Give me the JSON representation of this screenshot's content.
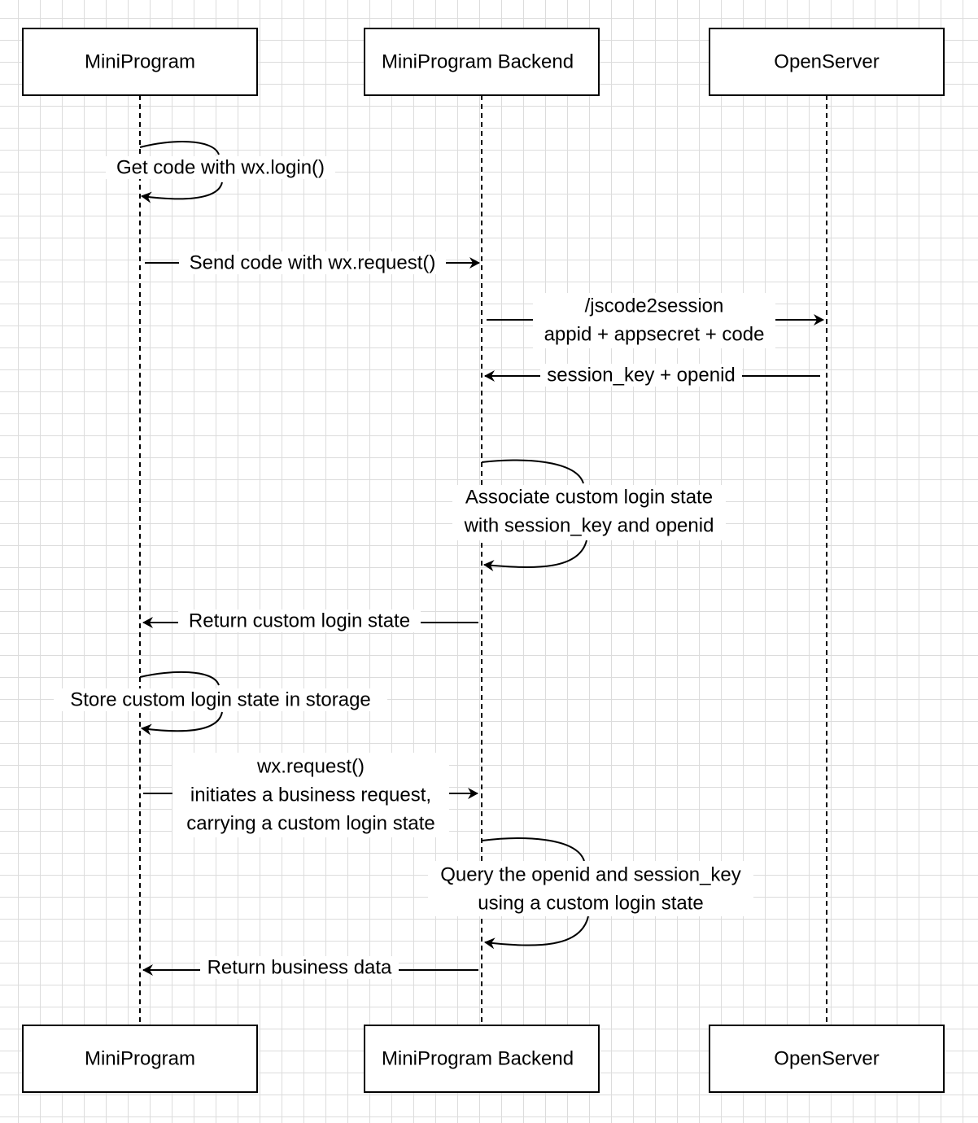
{
  "actors": [
    {
      "id": "miniprogram",
      "label": "MiniProgram"
    },
    {
      "id": "backend",
      "label": "MiniProgram Backend"
    },
    {
      "id": "openserver",
      "label": "OpenServer"
    }
  ],
  "messages": [
    {
      "id": "get-code",
      "from": "miniprogram",
      "to": "miniprogram",
      "lines": [
        "Get code with wx.login()"
      ]
    },
    {
      "id": "send-code",
      "from": "miniprogram",
      "to": "backend",
      "lines": [
        "Send code with wx.request()"
      ]
    },
    {
      "id": "jscode2session",
      "from": "backend",
      "to": "openserver",
      "lines": [
        "/jscode2session",
        "appid + appsecret + code"
      ]
    },
    {
      "id": "session-key-openid",
      "from": "openserver",
      "to": "backend",
      "lines": [
        "session_key + openid"
      ]
    },
    {
      "id": "associate-state",
      "from": "backend",
      "to": "backend",
      "lines": [
        "Associate custom login state",
        "with session_key and openid"
      ]
    },
    {
      "id": "return-state",
      "from": "backend",
      "to": "miniprogram",
      "lines": [
        "Return custom login state"
      ]
    },
    {
      "id": "store-state",
      "from": "miniprogram",
      "to": "miniprogram",
      "lines": [
        "Store custom login state in storage"
      ]
    },
    {
      "id": "business-request",
      "from": "miniprogram",
      "to": "backend",
      "lines": [
        "wx.request()",
        "initiates a business request,",
        "carrying a custom login state"
      ]
    },
    {
      "id": "query-openid",
      "from": "backend",
      "to": "backend",
      "lines": [
        "Query the openid and session_key",
        "using a custom login state"
      ]
    },
    {
      "id": "return-data",
      "from": "backend",
      "to": "miniprogram",
      "lines": [
        "Return business data"
      ]
    }
  ]
}
